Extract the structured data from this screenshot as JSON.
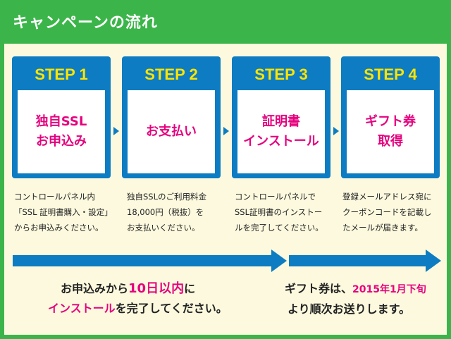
{
  "header": {
    "title": "キャンペーンの流れ"
  },
  "steps": [
    {
      "label": "STEP 1",
      "title": "独自SSL\nお申込み",
      "desc": "コントロールパネル内\n「SSL 証明書購入・設定」\nからお申込みください。"
    },
    {
      "label": "STEP 2",
      "title": "お支払い",
      "desc": "独自SSLのご利用料金\n18,000円（税抜）を\nお支払いください。"
    },
    {
      "label": "STEP 3",
      "title": "証明書\nインストール",
      "desc": "コントロールパネルで\nSSL証明書のインストー\nルを完了してください。"
    },
    {
      "label": "STEP 4",
      "title": "ギフト券\n取得",
      "desc": "登録メールアドレス宛に\nクーポンコードを記載し\nたメールが届きます。"
    }
  ],
  "notes": {
    "left": {
      "a": "お申込みから",
      "b": "10日以内",
      "c": "に",
      "d": "インストール",
      "e": "を完了してください。"
    },
    "right": {
      "a": "ギフト券は、",
      "b": "2015年1月下旬",
      "c": "より順次お送りします。"
    }
  },
  "colors": {
    "green": "#3bb54a",
    "blue": "#0d7cc2",
    "yellow": "#ffe400",
    "pink": "#e6007e",
    "cream": "#fcf9de"
  }
}
